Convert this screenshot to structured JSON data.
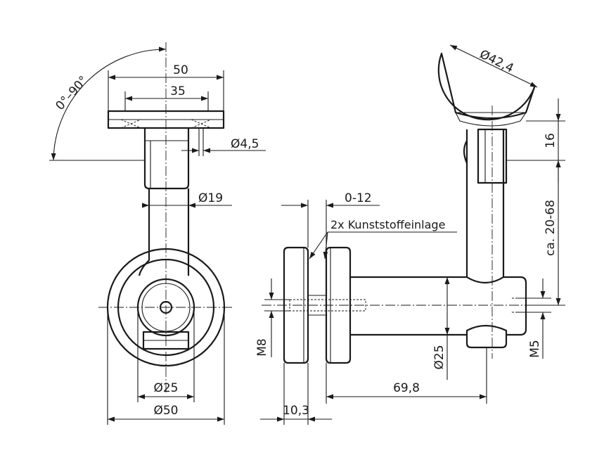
{
  "drawing": {
    "dimensions": {
      "angle": "0°–90°",
      "plate_width": "50",
      "hole_spacing": "35",
      "hole_diameter": "Ø4,5",
      "arm_diameter": "Ø19",
      "disc_inner_diameter": "Ø25",
      "disc_outer_diameter": "Ø50",
      "glass_gap": "0-12",
      "insert_note": "2x Kunststoffeinlage",
      "thread_m8": "M8",
      "arm_diameter_side": "Ø25",
      "length": "69,8",
      "disc_thickness": "10,3",
      "saddle_diameter": "Ø42,4",
      "saddle_height": "16",
      "height_range": "ca. 20-68",
      "thread_m5": "M5"
    }
  }
}
